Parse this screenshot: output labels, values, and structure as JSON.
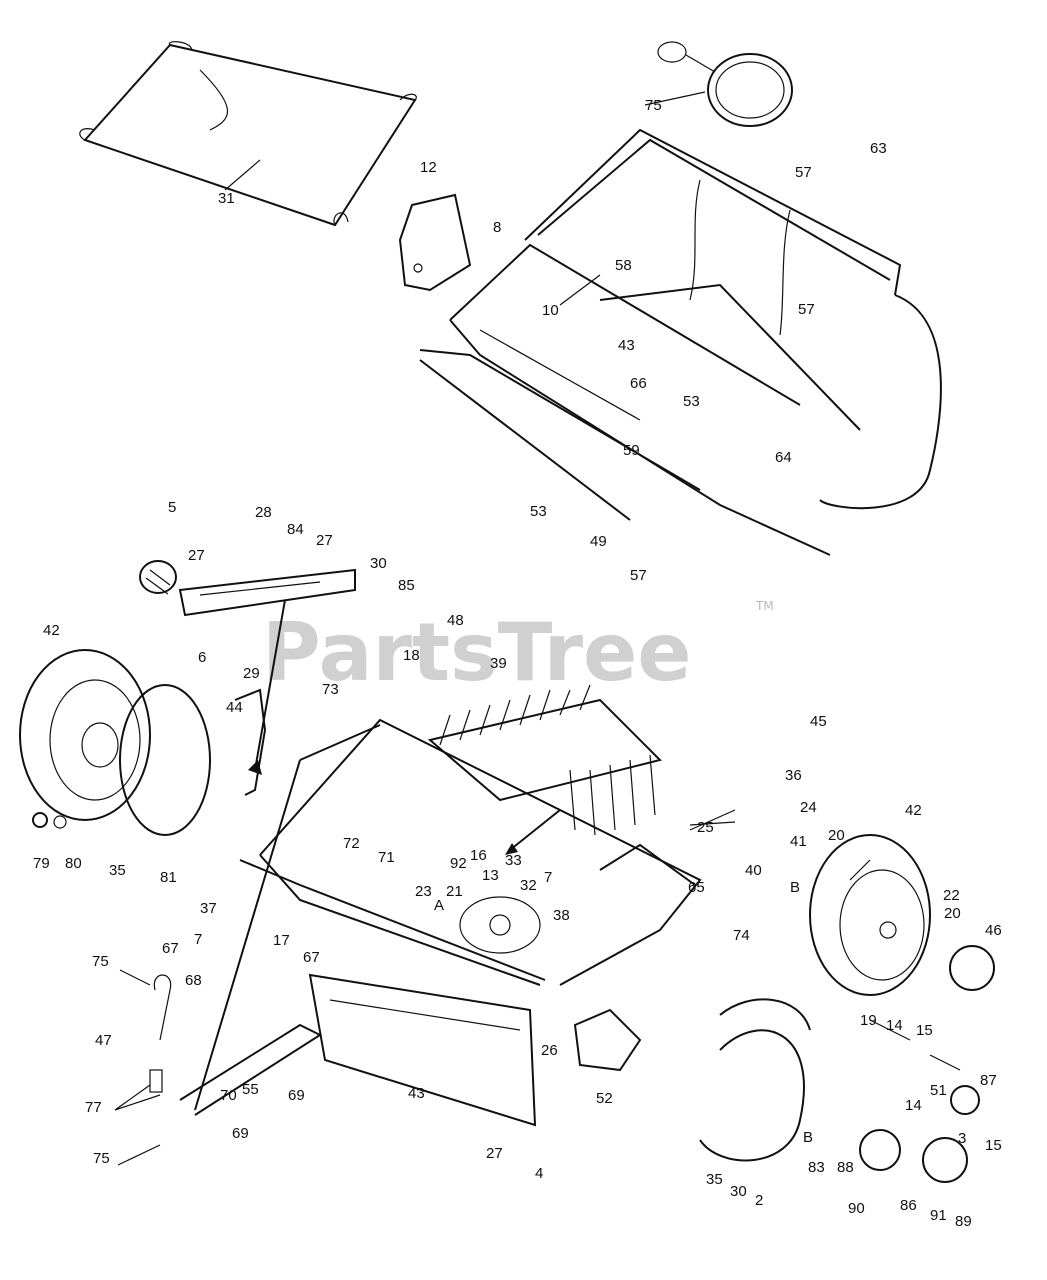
{
  "watermark": {
    "text": "PartsTree",
    "trademark": "TM"
  },
  "labels": [
    {
      "id": "31",
      "text": "31"
    },
    {
      "id": "12",
      "text": "12"
    },
    {
      "id": "8",
      "text": "8"
    },
    {
      "id": "75a",
      "text": "75"
    },
    {
      "id": "57a",
      "text": "57"
    },
    {
      "id": "58",
      "text": "58"
    },
    {
      "id": "10",
      "text": "10"
    },
    {
      "id": "43a",
      "text": "43"
    },
    {
      "id": "66",
      "text": "66"
    },
    {
      "id": "57b",
      "text": "57"
    },
    {
      "id": "53a",
      "text": "53"
    },
    {
      "id": "59",
      "text": "59"
    },
    {
      "id": "53b",
      "text": "53"
    },
    {
      "id": "49",
      "text": "49"
    },
    {
      "id": "57c",
      "text": "57"
    },
    {
      "id": "64",
      "text": "64"
    },
    {
      "id": "5",
      "text": "5"
    },
    {
      "id": "27a",
      "text": "27"
    },
    {
      "id": "28",
      "text": "28"
    },
    {
      "id": "84",
      "text": "84"
    },
    {
      "id": "27b",
      "text": "27"
    },
    {
      "id": "30",
      "text": "30"
    },
    {
      "id": "85",
      "text": "85"
    },
    {
      "id": "6",
      "text": "6"
    },
    {
      "id": "29",
      "text": "29"
    },
    {
      "id": "48",
      "text": "48"
    },
    {
      "id": "18",
      "text": "18"
    },
    {
      "id": "39",
      "text": "39"
    },
    {
      "id": "42a",
      "text": "42"
    },
    {
      "id": "44",
      "text": "44"
    },
    {
      "id": "73",
      "text": "73"
    },
    {
      "id": "45",
      "text": "45"
    },
    {
      "id": "36",
      "text": "36"
    },
    {
      "id": "24",
      "text": "24"
    },
    {
      "id": "25",
      "text": "25"
    },
    {
      "id": "41",
      "text": "41"
    },
    {
      "id": "40",
      "text": "40"
    },
    {
      "id": "72",
      "text": "72"
    },
    {
      "id": "71",
      "text": "71"
    },
    {
      "id": "79",
      "text": "79"
    },
    {
      "id": "80",
      "text": "80"
    },
    {
      "id": "35a",
      "text": "35"
    },
    {
      "id": "81",
      "text": "81"
    },
    {
      "id": "42b",
      "text": "42"
    },
    {
      "id": "20a",
      "text": "20"
    },
    {
      "id": "Ba",
      "text": "B"
    },
    {
      "id": "92",
      "text": "92"
    },
    {
      "id": "16",
      "text": "16"
    },
    {
      "id": "33",
      "text": "33"
    },
    {
      "id": "13",
      "text": "13"
    },
    {
      "id": "32",
      "text": "32"
    },
    {
      "id": "7a",
      "text": "7"
    },
    {
      "id": "23",
      "text": "23"
    },
    {
      "id": "21",
      "text": "21"
    },
    {
      "id": "Aa",
      "text": "A"
    },
    {
      "id": "38",
      "text": "38"
    },
    {
      "id": "65",
      "text": "65"
    },
    {
      "id": "22",
      "text": "22"
    },
    {
      "id": "20b",
      "text": "20"
    },
    {
      "id": "46",
      "text": "46"
    },
    {
      "id": "37",
      "text": "37"
    },
    {
      "id": "17",
      "text": "17"
    },
    {
      "id": "7b",
      "text": "7"
    },
    {
      "id": "67a",
      "text": "67"
    },
    {
      "id": "75b",
      "text": "75"
    },
    {
      "id": "67b",
      "text": "67"
    },
    {
      "id": "68",
      "text": "68"
    },
    {
      "id": "74",
      "text": "74"
    },
    {
      "id": "19",
      "text": "19"
    },
    {
      "id": "14a",
      "text": "14"
    },
    {
      "id": "15a",
      "text": "15"
    },
    {
      "id": "47",
      "text": "47"
    },
    {
      "id": "77",
      "text": "77"
    },
    {
      "id": "70",
      "text": "70"
    },
    {
      "id": "55",
      "text": "55"
    },
    {
      "id": "69a",
      "text": "69"
    },
    {
      "id": "69b",
      "text": "69"
    },
    {
      "id": "43b",
      "text": "43"
    },
    {
      "id": "26",
      "text": "26"
    },
    {
      "id": "52",
      "text": "52"
    },
    {
      "id": "87",
      "text": "87"
    },
    {
      "id": "51",
      "text": "51"
    },
    {
      "id": "3",
      "text": "3"
    },
    {
      "id": "15b",
      "text": "15"
    },
    {
      "id": "14b",
      "text": "14"
    },
    {
      "id": "Bb",
      "text": "B"
    },
    {
      "id": "83",
      "text": "83"
    },
    {
      "id": "88",
      "text": "88"
    },
    {
      "id": "75c",
      "text": "75"
    },
    {
      "id": "27c",
      "text": "27"
    },
    {
      "id": "4",
      "text": "4"
    },
    {
      "id": "35b",
      "text": "35"
    },
    {
      "id": "90",
      "text": "90"
    },
    {
      "id": "86",
      "text": "86"
    },
    {
      "id": "91",
      "text": "91"
    },
    {
      "id": "89",
      "text": "89"
    },
    {
      "id": "63",
      "text": "63"
    },
    {
      "id": "2",
      "text": "2"
    },
    {
      "id": "30b",
      "text": "30"
    }
  ]
}
